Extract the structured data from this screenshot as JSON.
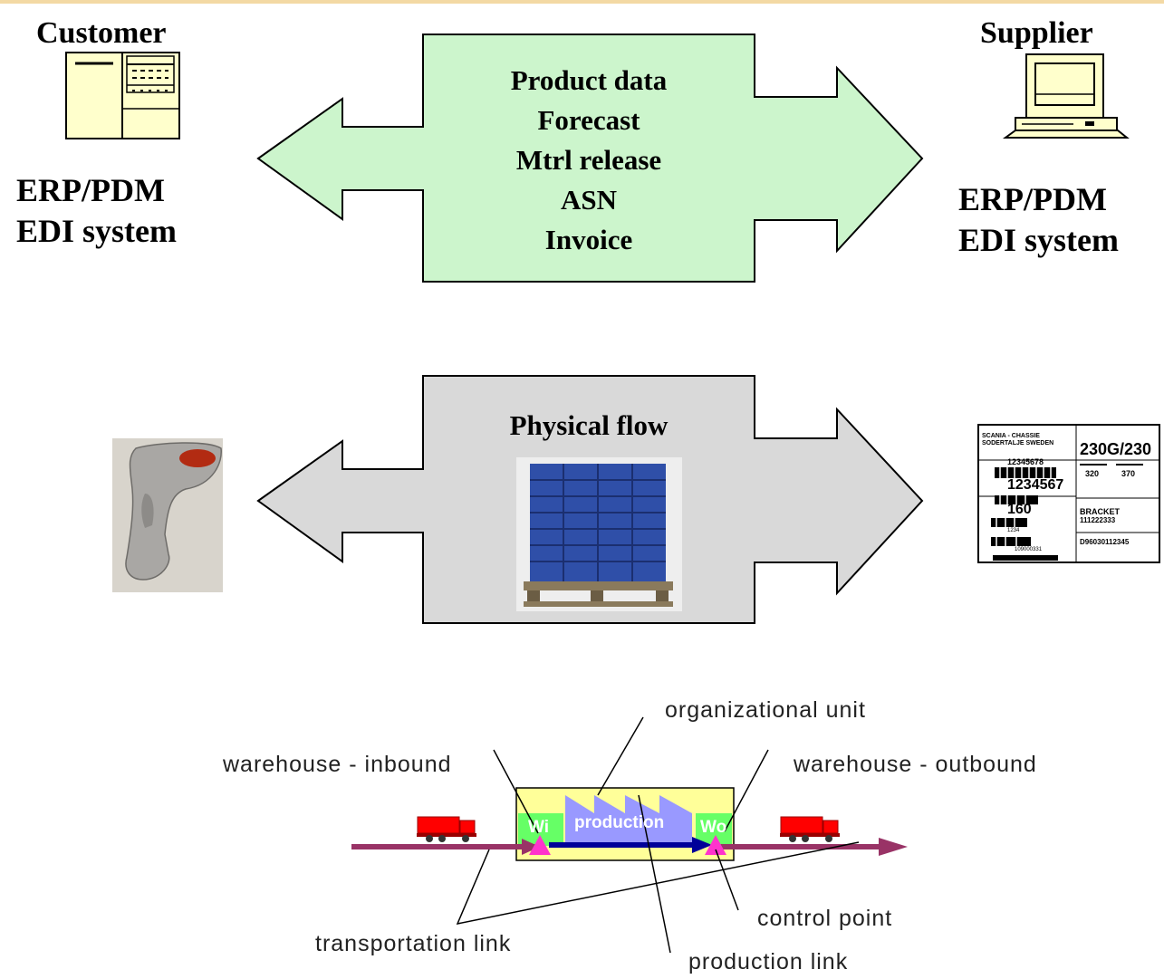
{
  "customer": {
    "title": "Customer",
    "system_line1": "ERP/PDM",
    "system_line2": "EDI system"
  },
  "supplier": {
    "title": "Supplier",
    "system_line1": "ERP/PDM",
    "system_line2": "EDI system"
  },
  "info_flow": {
    "items": [
      "Product data",
      "Forecast",
      "Mtrl release",
      "ASN",
      "Invoice"
    ],
    "fill": "#ccf5cc"
  },
  "physical_flow": {
    "title": "Physical flow",
    "fill": "#d9d9d9"
  },
  "label_sticker": {
    "line1": "SCANIA - CHASSIE",
    "line2": "SODERTALJE SWEDEN",
    "big_code": "230G/230",
    "num1": "12345678",
    "num2": "1234567",
    "qty": "160",
    "col1": "320",
    "col2": "370",
    "part": "BRACKET",
    "part_no": "111222333",
    "serial": "D96030112345",
    "small": "1234",
    "batch": "109000331"
  },
  "network_model": {
    "labels": {
      "organizational_unit": "organizational unit",
      "warehouse_inbound": "warehouse - inbound",
      "warehouse_outbound": "warehouse - outbound",
      "control_point": "control point",
      "transportation_link": "transportation link",
      "production_link": "production link"
    },
    "blocks": {
      "wi": "Wi",
      "production": "production",
      "wo": "Wo"
    },
    "colors": {
      "unit_fill": "#ffff99",
      "warehouse_fill": "#66ff66",
      "production_fill": "#9999ff",
      "link": "#993366",
      "production_arrow": "#000099",
      "control_point": "#ff33cc",
      "truck": "#ff0000"
    }
  }
}
